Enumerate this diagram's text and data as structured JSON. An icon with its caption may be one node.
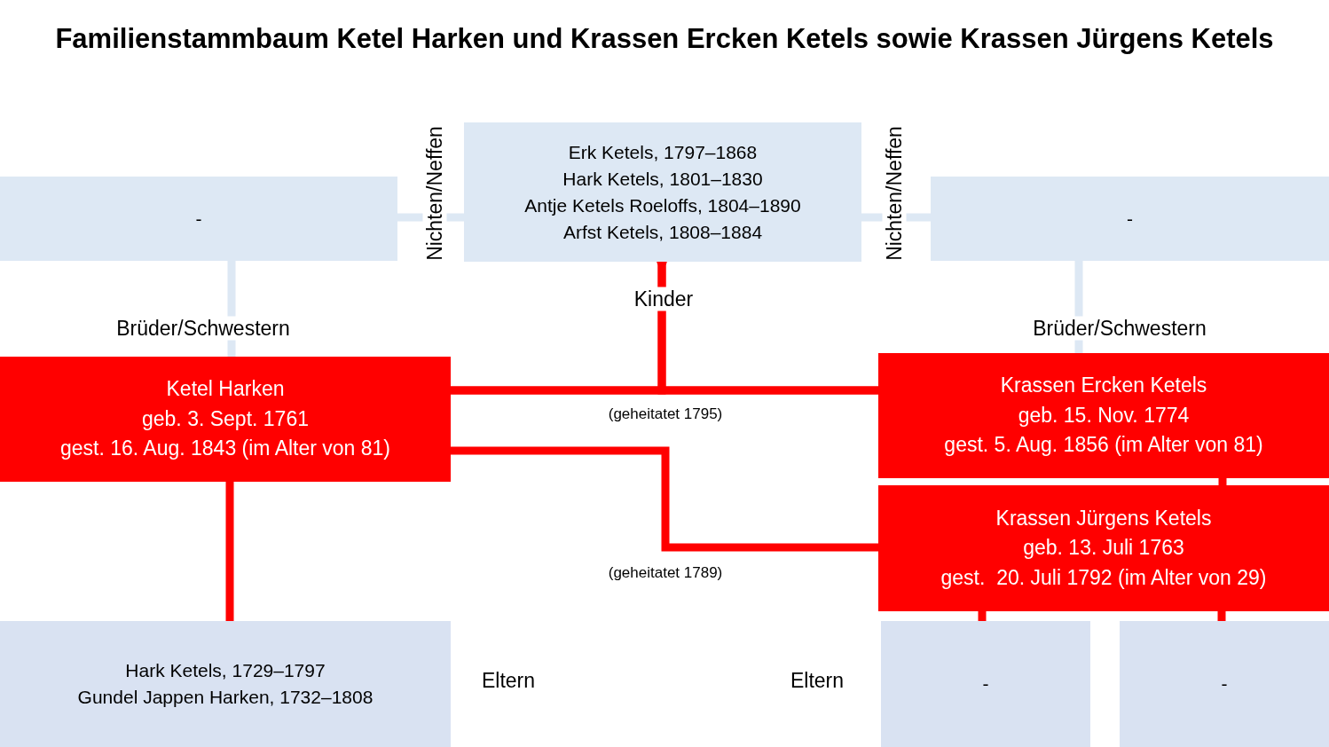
{
  "diagram": {
    "title": "Familienstammbaum Ketel Harken und Krassen Ercken Ketels sowie Krassen Jürgens Ketels",
    "nodes": [
      {
        "text": [
          "-"
        ]
      },
      {
        "text": [
          "Erk Ketels, 1797–1868",
          "Hark Ketels, 1801–1830",
          "Antje Ketels Roeloffs, 1804–1890",
          "Arfst Ketels, 1808–1884"
        ]
      },
      {
        "text": [
          "-"
        ]
      },
      {
        "text": [
          "Ketel Harken",
          "geb. 3. Sept. 1761",
          "gest. 16. Aug. 1843 (im Alter von 81)"
        ]
      },
      {
        "text": [
          "Krassen Ercken Ketels",
          "geb. 15. Nov. 1774",
          "gest. 5. Aug. 1856 (im Alter von 81)"
        ]
      },
      {
        "text": [
          "Krassen Jürgens Ketels",
          "geb. 13. Juli 1763",
          "gest.  20. Juli 1792 (im Alter von 29)"
        ]
      },
      {
        "text": [
          "Hark Ketels, 1729–1797",
          "Gundel Jappen Harken, 1732–1808"
        ]
      },
      {
        "text": [
          "-"
        ]
      },
      {
        "text": [
          "-"
        ]
      }
    ],
    "edges": [
      {
        "from": 0,
        "to": 1,
        "arrow": "none",
        "label": "Nichten/Neffen",
        "color": "#dde8f4"
      },
      {
        "from": 1,
        "to": 2,
        "arrow": "none",
        "label": "Nichten/Neffen",
        "color": "#dde8f4"
      },
      {
        "from": 0,
        "to": 3,
        "arrow": "none",
        "label": "Brüder/Schwestern",
        "color": "#dde8f4"
      },
      {
        "from": 2,
        "to": 4,
        "arrow": "none",
        "label": "Brüder/Schwestern",
        "color": "#dde8f4"
      },
      {
        "from": 3,
        "to": 4,
        "arrow": "none",
        "label": "(geheitatet 1795)"
      },
      {
        "from": 3,
        "to": 5,
        "arrow": "none",
        "label": "(geheitatet 1789)"
      },
      {
        "from": 3,
        "to": 1,
        "arrow": "other",
        "label": "Kinder"
      },
      {
        "from": 3,
        "to": 6,
        "arrow": "none"
      },
      {
        "from": 4,
        "to": 5,
        "arrow": "none"
      },
      {
        "from": 5,
        "to": 7,
        "arrow": "none"
      },
      {
        "from": 5,
        "to": 8,
        "arrow": "none"
      },
      {
        "from": 4,
        "to": 1,
        "arrow": "other"
      }
    ],
    "labels": [
      "Eltern",
      "Eltern"
    ]
  }
}
